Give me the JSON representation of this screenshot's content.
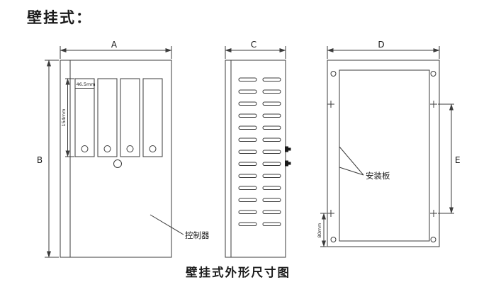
{
  "title": "壁挂式：",
  "caption": "壁挂式外形尺寸图",
  "dimensions": {
    "width_front": "A",
    "height_front": "B",
    "depth_side": "C",
    "width_rear": "D",
    "hole_span_rear": "E"
  },
  "measurements": {
    "slot_width": "46.5mm",
    "slot_height": "154mm",
    "bottom_hole_offset": "80mm"
  },
  "callouts": {
    "controller": "控制器",
    "mounting_plate": "安装板"
  },
  "colors": {
    "line": "#3b3b3b",
    "text": "#1a1a1a",
    "background": "#ffffff"
  }
}
